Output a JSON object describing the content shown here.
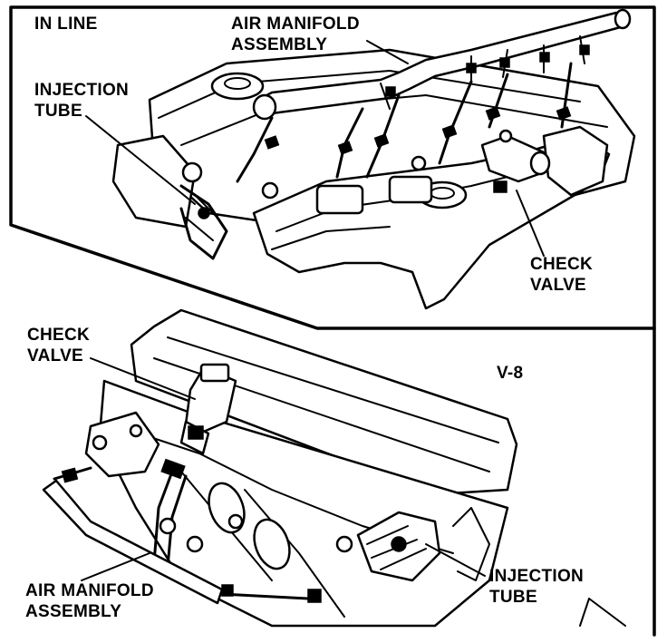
{
  "top_panel": {
    "title": "IN LINE",
    "air_manifold_label": [
      "AIR MANIFOLD",
      "ASSEMBLY"
    ],
    "injection_tube_label": [
      "INJECTION",
      "TUBE"
    ],
    "check_valve_label": [
      "CHECK",
      "VALVE"
    ]
  },
  "bottom_panel": {
    "title": "V-8",
    "check_valve_label": [
      "CHECK",
      "VALVE"
    ],
    "air_manifold_label": [
      "AIR MANIFOLD",
      "ASSEMBLY"
    ],
    "injection_tube_label": [
      "INJECTION",
      "TUBE"
    ]
  }
}
